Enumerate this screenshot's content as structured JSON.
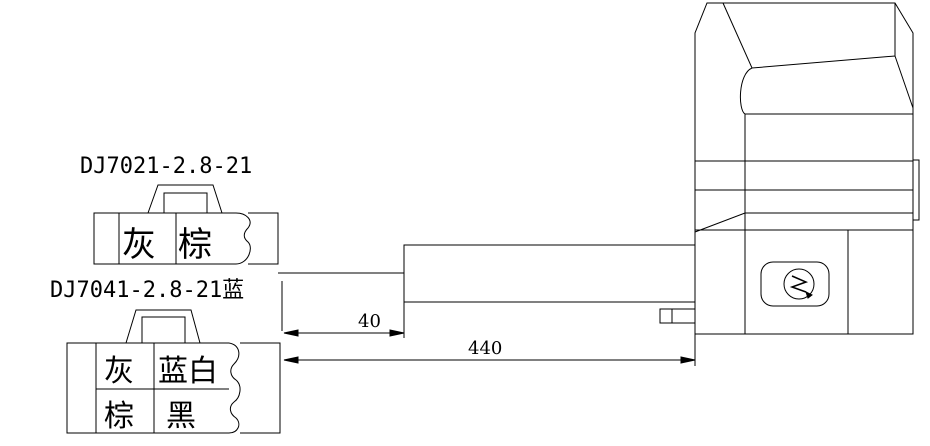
{
  "connector_top": {
    "model": "DJ7021-2.8-21",
    "pins": [
      "灰",
      "棕"
    ]
  },
  "connector_bottom": {
    "model": "DJ7041-2.8-21蓝",
    "pins": [
      "灰",
      "蓝白",
      "棕",
      "黑"
    ]
  },
  "dimensions": {
    "short": "40",
    "long": "440"
  },
  "colors": {
    "line": "#000000",
    "background": "#ffffff"
  }
}
